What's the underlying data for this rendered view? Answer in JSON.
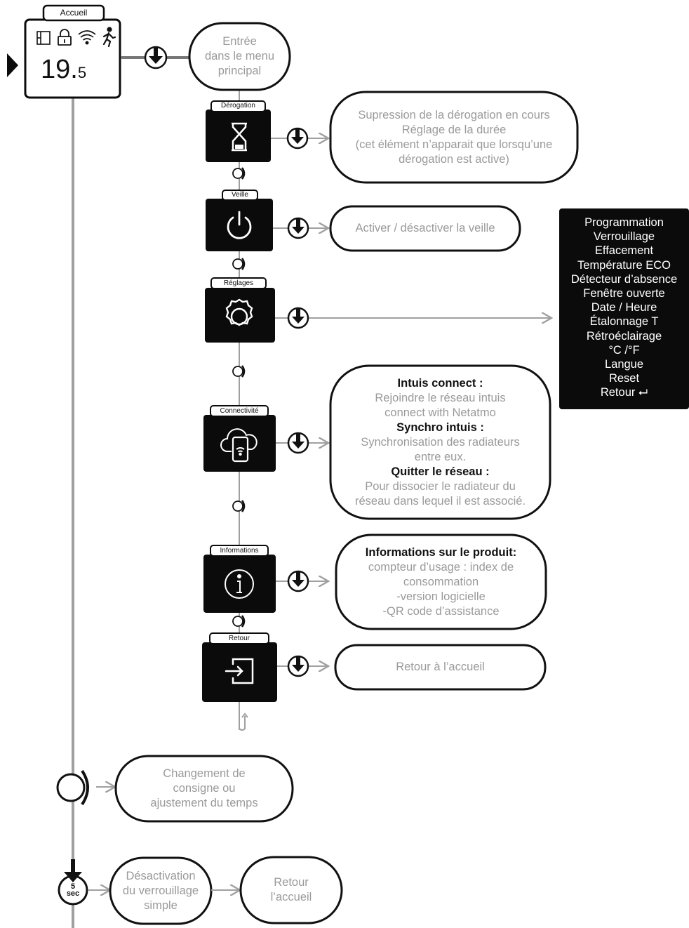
{
  "home": {
    "tab_label": "Accueil",
    "temperature_main": "19.",
    "temperature_decimal": "5",
    "icons": [
      "window-icon",
      "lock-icon",
      "wifi-icon",
      "presence-icon"
    ]
  },
  "main_menu_entry": [
    "Entrée",
    "dans le menu",
    "principal"
  ],
  "menu_items": [
    {
      "tab": "Dérogation",
      "icon": "hourglass-icon",
      "description": [
        "Supression de la dérogation en cours",
        "Réglage de la durée",
        "(cet élément n’apparait que lorsqu’une",
        "dérogation est active)"
      ]
    },
    {
      "tab": "Veille",
      "icon": "power-icon",
      "description": [
        "Activer / désactiver la veille"
      ]
    },
    {
      "tab": "Réglages",
      "icon": "gear-icon"
    },
    {
      "tab": "Connectivité",
      "icon": "cloud-phone-icon"
    },
    {
      "tab": "Informations",
      "icon": "info-icon"
    },
    {
      "tab": "Retour",
      "icon": "exit-icon",
      "description": [
        "Retour à l’accueil"
      ]
    }
  ],
  "connectivity": {
    "title1": "Intuis connect :",
    "text1": [
      "Rejoindre le réseau  intuis",
      "connect with Netatmo"
    ],
    "title2": "Synchro intuis :",
    "text2": [
      "Synchronisation des radiateurs",
      "entre eux."
    ],
    "title3": "Quitter le réseau  :",
    "text3": [
      "Pour dissocier le radiateur du",
      "réseau dans lequel il est associé."
    ]
  },
  "information": {
    "title": "Informations sur le produit:",
    "lines": [
      "compteur d’usage : index de",
      "consommation",
      "-version logicielle",
      "-QR code d’assistance"
    ]
  },
  "settings_submenu": [
    "Programmation",
    "Verrouillage",
    "Effacement",
    "Température ECO",
    "Détecteur d’absence",
    "Fenêtre ouverte",
    "Date / Heure",
    "Étalonnage T",
    "Rétroéclairage",
    "°C /°F",
    "Langue",
    "Reset",
    "Retour ⮠"
  ],
  "rotate_action": [
    "Changement de",
    "consigne ou",
    "ajustement du temps"
  ],
  "long_press": {
    "duration_value": "5",
    "duration_unit": "sec",
    "action": [
      "Désactivation",
      "du verrouillage",
      "simple"
    ],
    "result": [
      "Retour",
      "l’accueil"
    ]
  },
  "colors": {
    "line": "#a0a0a0",
    "text": "#9a9a9a",
    "black": "#0b0b0b"
  }
}
